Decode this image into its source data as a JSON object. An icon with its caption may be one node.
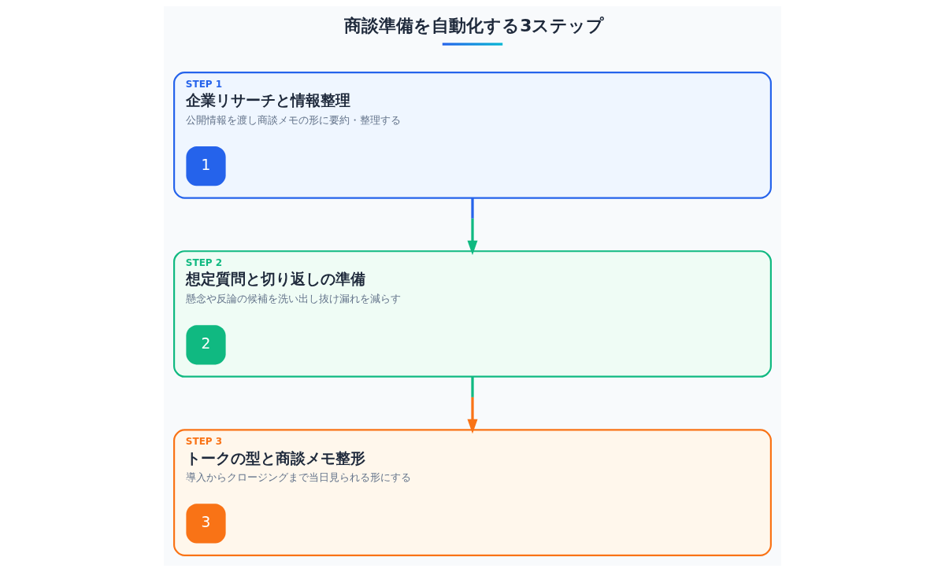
{
  "diagram": {
    "title": "商談準備を自動化する3ステップ",
    "nodes": [
      {
        "text": [
          "STEP 1",
          "企業リサーチと情報整理",
          "公開情報を渡し商談メモの形に要約・整理する"
        ]
      },
      {
        "text": [
          "1"
        ],
        "in": 0
      },
      {
        "text": [
          "STEP 2",
          "想定質問と切り返しの準備",
          "懸念や反論の候補を洗い出し抜け漏れを減らす"
        ]
      },
      {
        "text": [
          "2"
        ],
        "in": 2
      },
      {
        "text": [
          "STEP 3",
          "トークの型と商談メモ整形",
          "導入からクロージングまで当日見られる形にする"
        ]
      },
      {
        "text": [
          "3"
        ],
        "in": 4
      }
    ],
    "edges": [
      {
        "from": 0,
        "to": 2,
        "arrow": "to",
        "color": "#10b981"
      },
      {
        "from": 2,
        "to": 4,
        "arrow": "to",
        "color": "#f97316"
      }
    ]
  }
}
